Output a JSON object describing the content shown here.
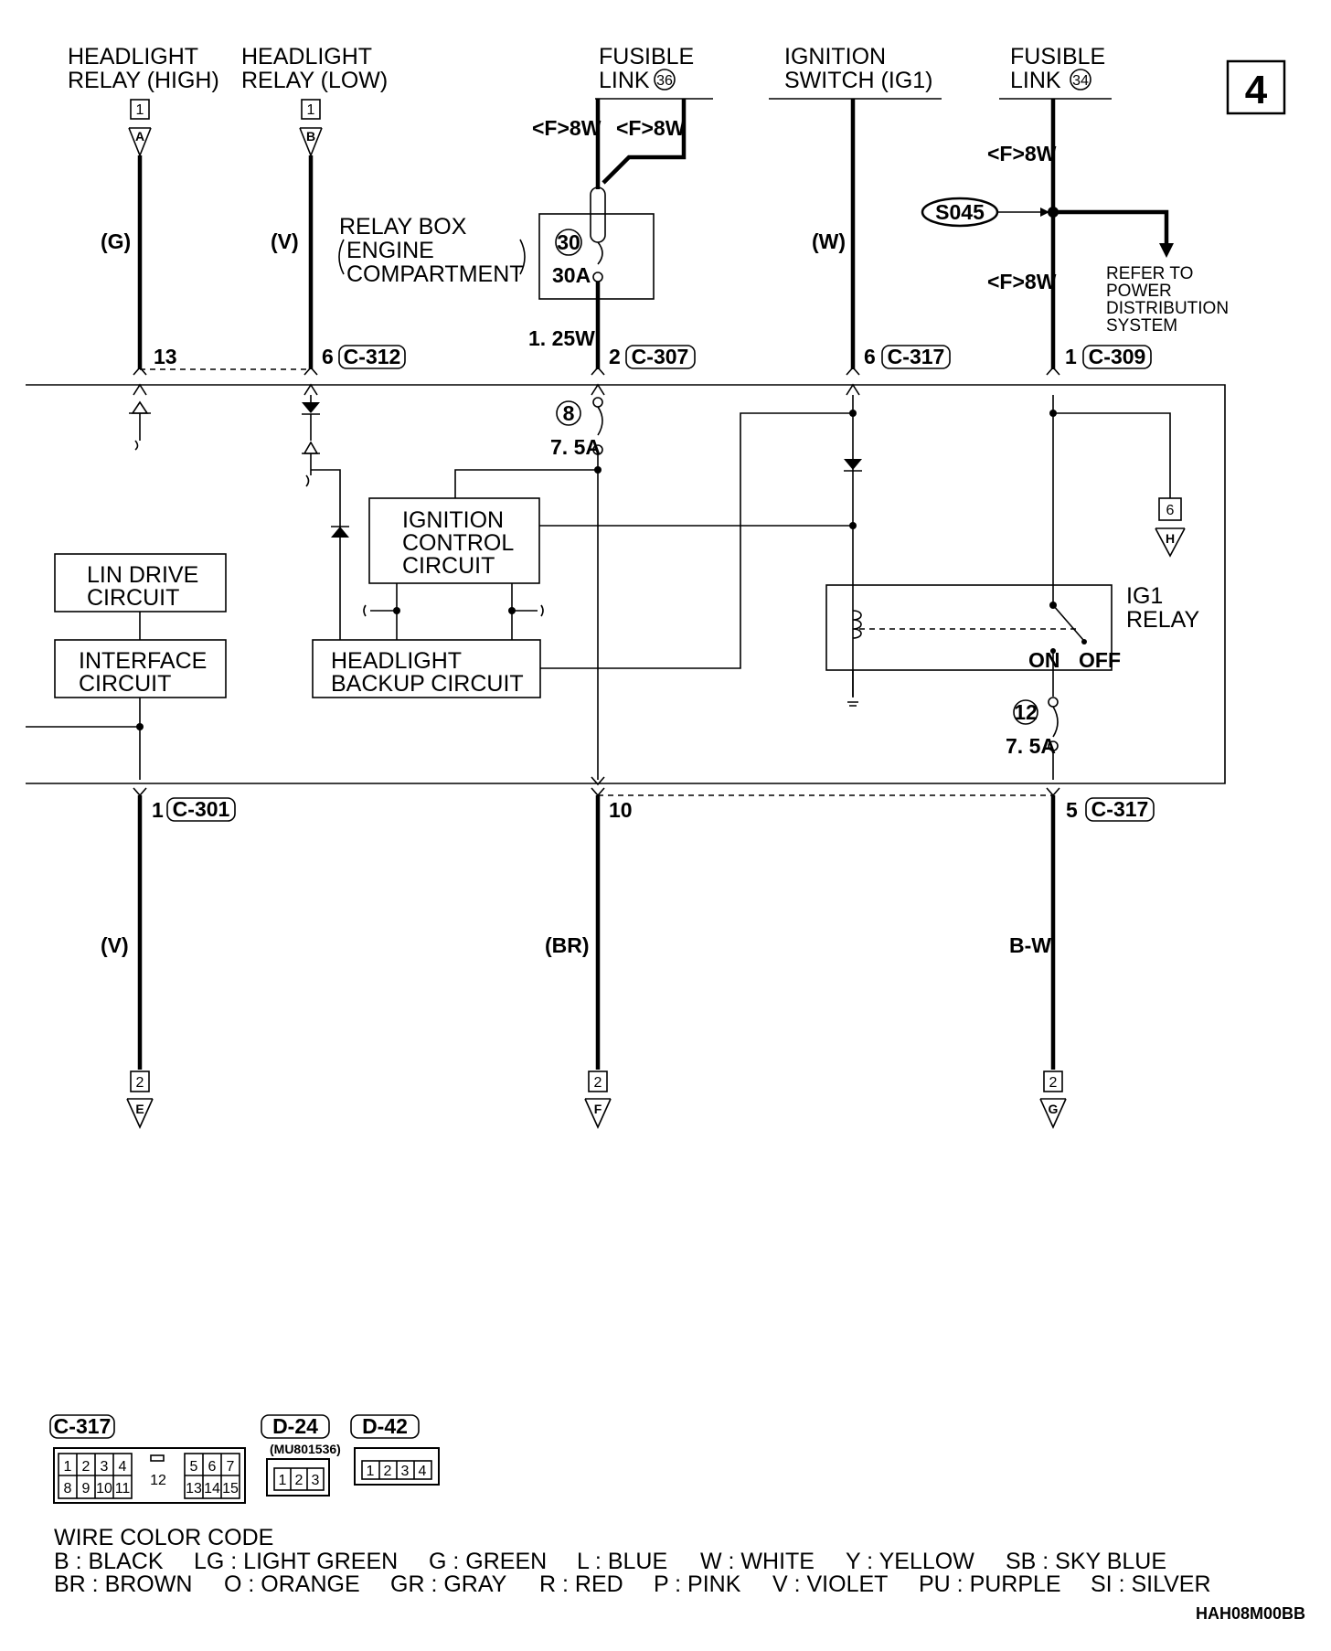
{
  "page_number": "4",
  "diagram_code": "HAH08M00BB",
  "sources": {
    "headlight_high": {
      "line1": "HEADLIGHT",
      "line2": "RELAY (HIGH)",
      "num": "1",
      "letter": "A"
    },
    "headlight_low": {
      "line1": "HEADLIGHT",
      "line2": "RELAY (LOW)",
      "num": "1",
      "letter": "B"
    },
    "fusible_36": {
      "line1": "FUSIBLE",
      "line2": "LINK",
      "link_no": "36"
    },
    "ignition_switch": {
      "line1": "IGNITION",
      "line2": "SWITCH (IG1)"
    },
    "fusible_34": {
      "line1": "FUSIBLE",
      "line2": "LINK",
      "link_no": "34"
    }
  },
  "wire_labels": {
    "f8w_left": "<F>8W",
    "f8w_right": "<F>8W",
    "f8w_upper": "<F>8W",
    "f8w_lower": "<F>8W",
    "g": "(G)",
    "v_top": "(V)",
    "w": "(W)",
    "w125": "1. 25W",
    "v_bottom": "(V)",
    "br": "(BR)",
    "bw": "B-W"
  },
  "relay_box": {
    "line1": "RELAY BOX",
    "line2": "ENGINE",
    "line3": "COMPARTMENT",
    "fuse_no": "30",
    "amps": "30A"
  },
  "splice": {
    "id": "S045"
  },
  "refer_to": {
    "line1": "REFER TO",
    "line2": "POWER",
    "line3": "DISTRIBUTION",
    "line4": "SYSTEM"
  },
  "top_connectors": {
    "pin13": "13",
    "pin6_312": "6",
    "c312": "C-312",
    "pin2": "2",
    "c307": "C-307",
    "pin6_317": "6",
    "c317_top": "C-317",
    "pin1": "1",
    "c309": "C-309"
  },
  "internal": {
    "fuse8_no": "8",
    "fuse8_amps": "7. 5A",
    "fuse12_no": "12",
    "fuse12_amps": "7. 5A",
    "ign_ctrl": {
      "line1": "IGNITION",
      "line2": "CONTROL",
      "line3": "CIRCUIT"
    },
    "lin_drive": {
      "line1": "LIN DRIVE",
      "line2": "CIRCUIT"
    },
    "interface": {
      "line1": "INTERFACE",
      "line2": "CIRCUIT"
    },
    "headlight_backup": {
      "line1": "HEADLIGHT",
      "line2": "BACKUP CIRCUIT"
    },
    "ig1_relay": {
      "line1": "IG1",
      "line2": "RELAY",
      "on": "ON",
      "off": "OFF"
    },
    "offpage_h": {
      "num": "6",
      "letter": "H"
    }
  },
  "bottom_connectors": {
    "pin1": "1",
    "c301": "C-301",
    "pin10": "10",
    "pin5": "5",
    "c317": "C-317"
  },
  "offpage_bottom": {
    "e": {
      "num": "2",
      "letter": "E"
    },
    "f": {
      "num": "2",
      "letter": "F"
    },
    "g": {
      "num": "2",
      "letter": "G"
    }
  },
  "connector_views": {
    "c317": {
      "label": "C-317",
      "row1": [
        "1",
        "2",
        "3",
        "4"
      ],
      "center": "12",
      "row1b": [
        "5",
        "6",
        "7"
      ],
      "row2": [
        "8",
        "9",
        "10",
        "11"
      ],
      "row2b": [
        "13",
        "14",
        "15"
      ]
    },
    "d24": {
      "label": "D-24",
      "part": "(MU801536)",
      "pins": [
        "1",
        "2",
        "3"
      ]
    },
    "d42": {
      "label": "D-42",
      "pins": [
        "1",
        "2",
        "3",
        "4"
      ]
    }
  },
  "color_codes": {
    "title": "WIRE COLOR CODE",
    "row1": [
      "B : BLACK",
      "LG : LIGHT GREEN",
      "G : GREEN",
      "L : BLUE",
      "W : WHITE",
      "Y : YELLOW",
      "SB : SKY BLUE"
    ],
    "row2": [
      "BR : BROWN",
      "O : ORANGE",
      "GR : GRAY",
      "R : RED",
      "P : PINK",
      "V : VIOLET",
      "PU : PURPLE",
      "SI : SILVER"
    ]
  }
}
